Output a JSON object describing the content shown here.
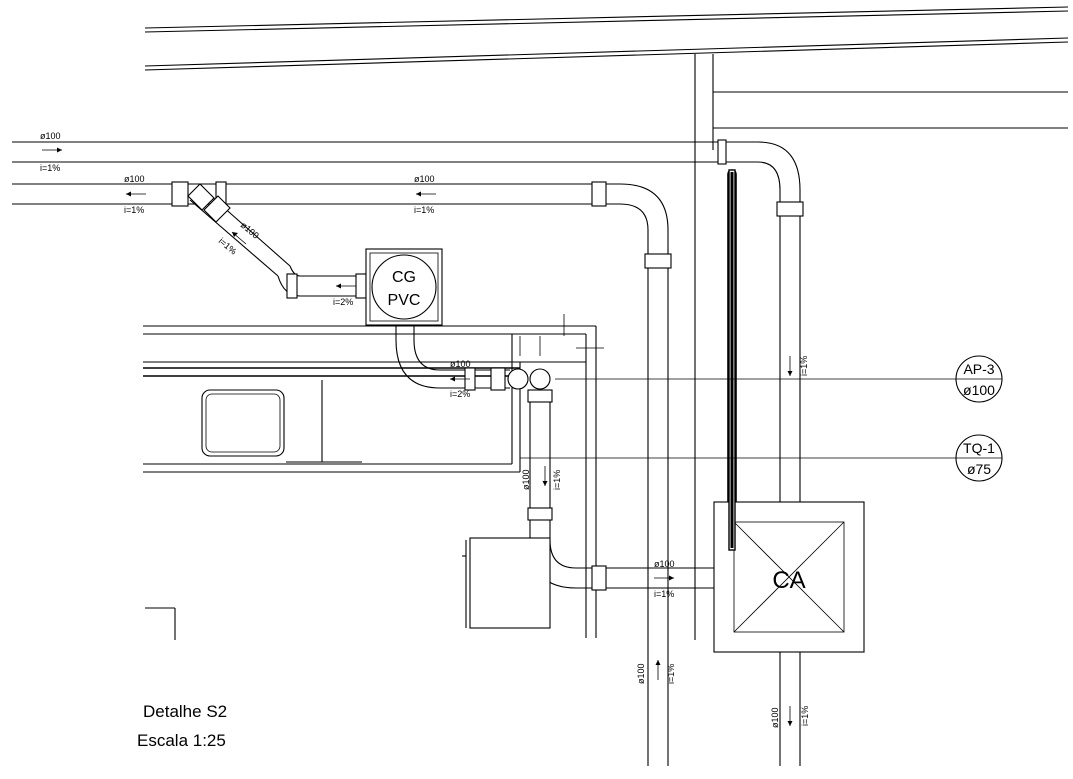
{
  "pipe_labels": {
    "top_d": "ø100",
    "top_i": "i=1%",
    "row2_d": "ø100",
    "row2_i": "i=1%",
    "row2b_d": "ø100",
    "row2b_i": "i=1%",
    "diag_d": "ø100",
    "diag_i": "i=1%",
    "cg_i": "i=2%",
    "mid_d": "ø100",
    "mid_i": "i=2%",
    "vert_d": "ø100",
    "vert_i": "i=1%",
    "ca_in_d": "ø100",
    "ca_in_i": "i=1%",
    "right_v_i": "i=1%",
    "bot_left_d": "ø100",
    "bot_left_i": "i=1%",
    "bot_right_d": "ø100",
    "bot_right_i": "i=1%"
  },
  "boxes": {
    "cg_line1": "CG",
    "cg_line2": "PVC",
    "ca_label": "CA"
  },
  "callouts": {
    "ap3_name": "AP-3",
    "ap3_d": "ø100",
    "tq1_name": "TQ-1",
    "tq1_d": "ø75"
  },
  "title_block": {
    "detail": "Detalhe S2",
    "scale": "Escala 1:25"
  }
}
